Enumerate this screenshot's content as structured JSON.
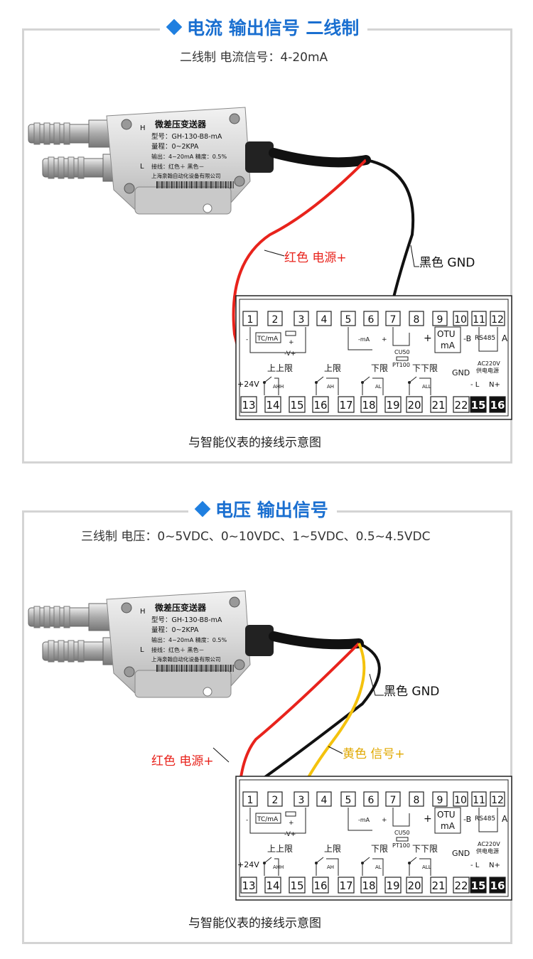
{
  "sections": [
    {
      "title": "电流 输出信号 二线制",
      "subtitle": "二线制 电流信号：4-20mA",
      "wire_labels": {
        "red": "红色 电源+",
        "black": "黑色 GND"
      },
      "caption": "与智能仪表的接线示意图"
    },
    {
      "title": "电压 输出信号",
      "subtitle": "三线制 电压：0~5VDC、0~10VDC、1~5VDC、0.5~4.5VDC",
      "wire_labels": {
        "red": "红色 电源+",
        "black": "黑色 GND",
        "yellow": "黄色 信号+"
      },
      "caption": "与智能仪表的接线示意图"
    }
  ],
  "device": {
    "name": "微差压变送器",
    "model": "型号：GH-130-B8-mA",
    "range": "量程：0~2KPA",
    "output": "输出：4~20mA  精度：0.5%",
    "wiring": "接线：红色＋ 黑色－",
    "company": "上海泉翰自动化设备有限公司",
    "port_high": "H",
    "port_low": "L"
  },
  "meter": {
    "top_terminals": [
      "1",
      "2",
      "3",
      "4",
      "5",
      "6",
      "7",
      "8",
      "9",
      "10",
      "11",
      "12"
    ],
    "bottom_terminals": [
      "13",
      "14",
      "15",
      "16",
      "17",
      "18",
      "19",
      "20",
      "21",
      "22",
      "15",
      "16"
    ],
    "labels": {
      "tcma": "TC/mA",
      "minus_ma": "-mA",
      "cu50": "CU50",
      "pt100": "PT100",
      "otu": "OTU",
      "ma": "mA",
      "rs485": "RS485",
      "a": "A",
      "b": "B",
      "plus24v": "+24V",
      "shangshangxian": "上上限",
      "shangxian": "上限",
      "xiaxian": "下限",
      "xiaxiaxian": "下下限",
      "gnd": "GND",
      "ac220v": "AC220V",
      "power": "供电电源",
      "ahh": "AHH",
      "ah": "AH",
      "al": "AL",
      "all": "ALL",
      "vplus": "-V+",
      "plus": "+",
      "minus": "-",
      "l": "L",
      "n": "N"
    }
  },
  "colors": {
    "accent": "#1a6fd0",
    "red_wire": "#e8231c",
    "black_wire": "#111111",
    "yellow_wire": "#f4c20d"
  }
}
